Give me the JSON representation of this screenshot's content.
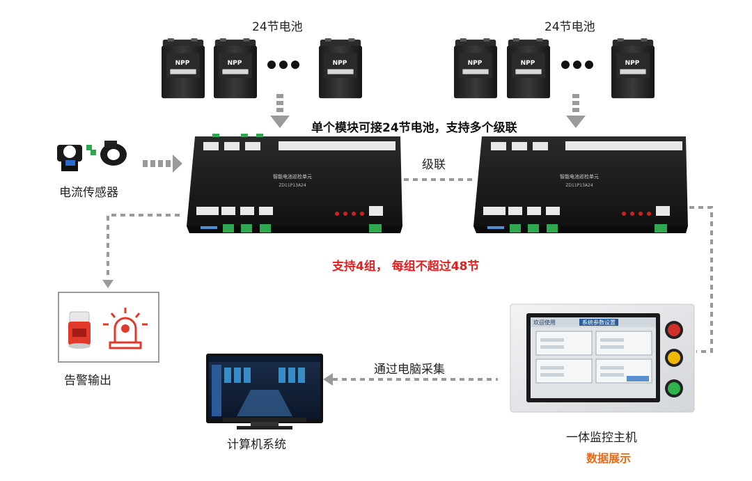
{
  "battery_groups": [
    {
      "title": "24节电池"
    },
    {
      "title": "24节电池"
    }
  ],
  "battery_label": "NPP",
  "module_caption": "单个模块可接24节电池，支持多个级联",
  "cascade_label": "级联",
  "sensor_label": "电流传感器",
  "group_caption": "支持4组，  每组不超过48节",
  "alarm_label": "告警输出",
  "computer_label": "计算机系统",
  "pc_collect_label": "通过电脑采集",
  "host_label": "一体监控主机",
  "host_sub_label": "数据展示",
  "module_title": "智能电池巡检单元",
  "module_model": "ZD11P13A24",
  "hmi": {
    "welcome": "欢迎使用",
    "title": "系统参数设置"
  },
  "colors": {
    "arrow": "#9a9a9a",
    "red_text": "#e02020",
    "orange_text": "#e86a1a",
    "module_body": "#1c1c1c"
  }
}
